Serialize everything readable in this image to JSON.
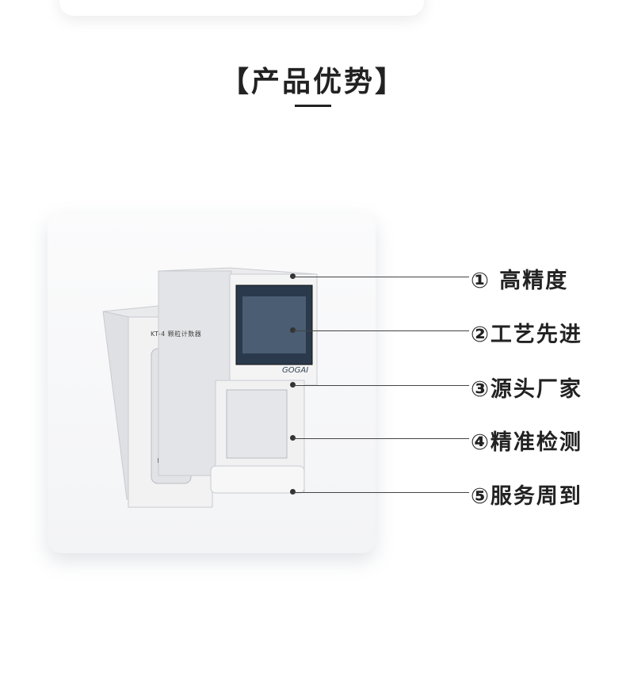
{
  "section_title": "【产品优势】",
  "device_label": "KT-4 颗粒计数器",
  "device_brand": "GOGAI",
  "callouts": [
    {
      "label": "① 高精度"
    },
    {
      "label": "②工艺先进"
    },
    {
      "label": "③源头厂家"
    },
    {
      "label": "④精准检测"
    },
    {
      "label": "⑤服务周到"
    }
  ]
}
